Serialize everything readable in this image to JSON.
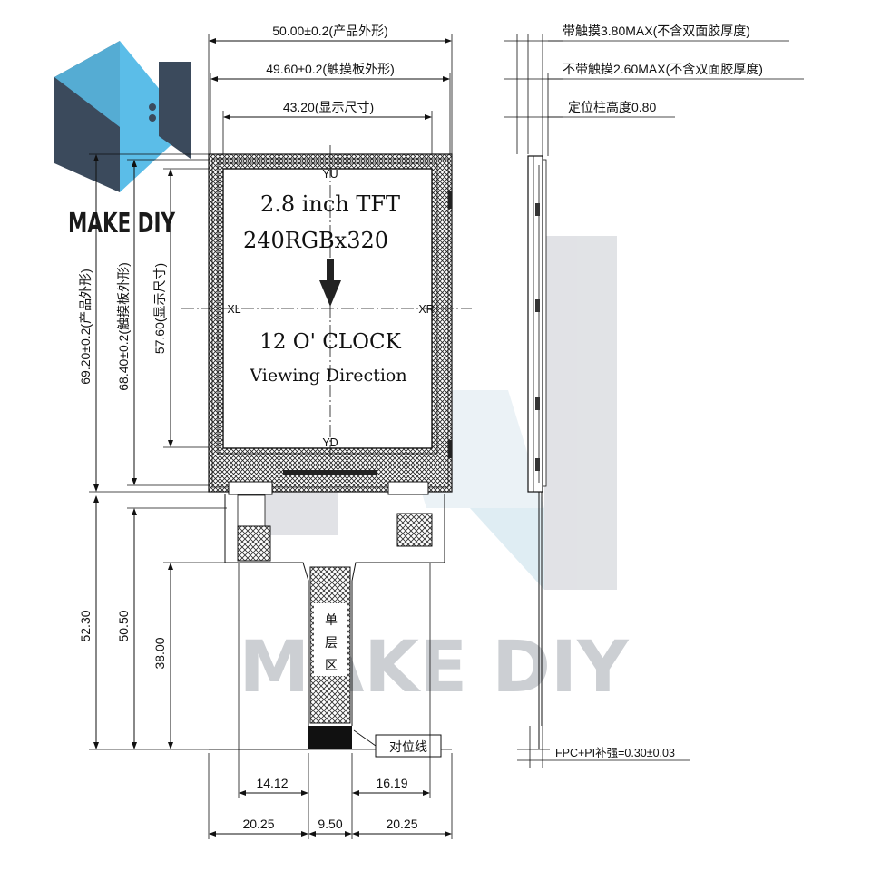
{
  "brand": {
    "logo_text": "MAKE DIY",
    "watermark_text": "MAKE DIY",
    "colors": {
      "logo_blue": "#5bbde8",
      "logo_dark": "#3b4a5c",
      "watermark_gray": "#c9ccd2"
    }
  },
  "front_view": {
    "dims_top": {
      "overall_width": "50.00±0.2(产品外形)",
      "touch_width": "49.60±0.2(触摸板外形)",
      "display_width": "43.20(显示尺寸)"
    },
    "dims_left": {
      "overall_height": "69.20±0.2(产品外形)",
      "touch_height": "68.40±0.2(触摸板外形)",
      "display_height": "57.60(显示尺寸)"
    },
    "panel_text": {
      "line1": "2.8 inch TFT",
      "line2": "240RGBx320",
      "line3": "12 O' CLOCK",
      "line4": "Viewing Direction"
    },
    "axis_labels": {
      "top": "YU",
      "bottom": "YD",
      "left": "XL",
      "right": "XR"
    }
  },
  "fpc": {
    "dims_left": {
      "d1": "52.30",
      "d2": "50.50",
      "d3": "38.00"
    },
    "dims_bottom_inner": {
      "left": "14.12",
      "right": "16.19"
    },
    "dims_bottom_outer": {
      "left": "20.25",
      "middle": "9.50",
      "right": "20.25"
    },
    "single_layer_label": [
      "单",
      "层",
      "区"
    ],
    "alignment_callout": "对位线"
  },
  "side_view": {
    "note1": "带触摸3.80MAX(不含双面胶厚度)",
    "note2": "不带触摸2.60MAX(不含双面胶厚度)",
    "note3": "定位柱高度0.80",
    "note4": "FPC+PI补强=0.30±0.03"
  }
}
